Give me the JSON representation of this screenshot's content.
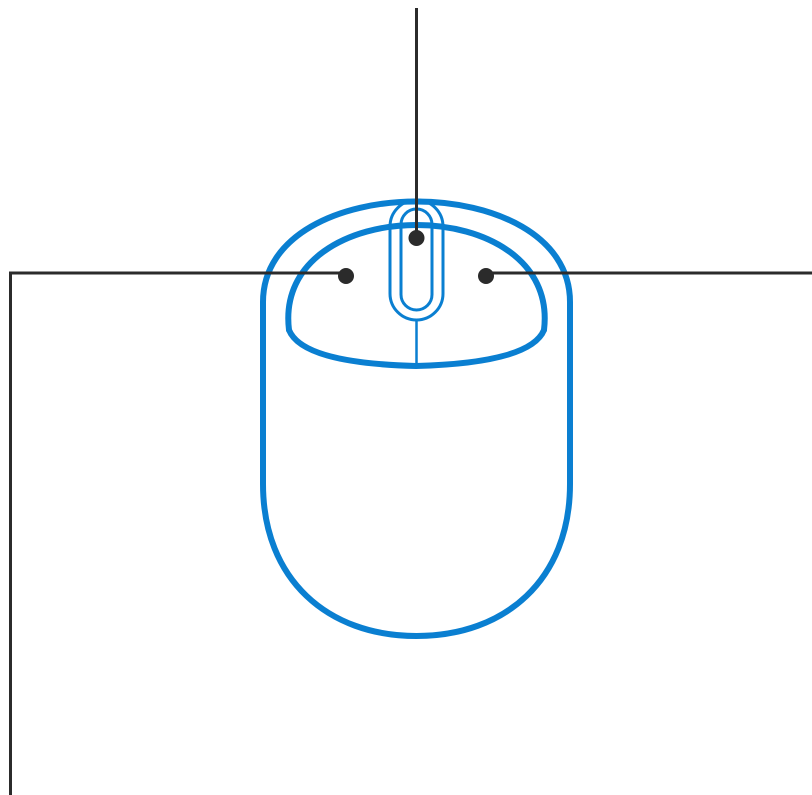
{
  "diagram": {
    "subject": "computer-mouse",
    "colors": {
      "outline": "#0a7fd1",
      "leader": "#2b2b2b",
      "background": "#ffffff"
    },
    "parts": [
      {
        "id": "mouse-body",
        "icon": "mouse-outline"
      },
      {
        "id": "left-button",
        "icon": "callout-dot"
      },
      {
        "id": "right-button",
        "icon": "callout-dot"
      },
      {
        "id": "scroll-wheel",
        "icon": "callout-dot"
      }
    ]
  }
}
